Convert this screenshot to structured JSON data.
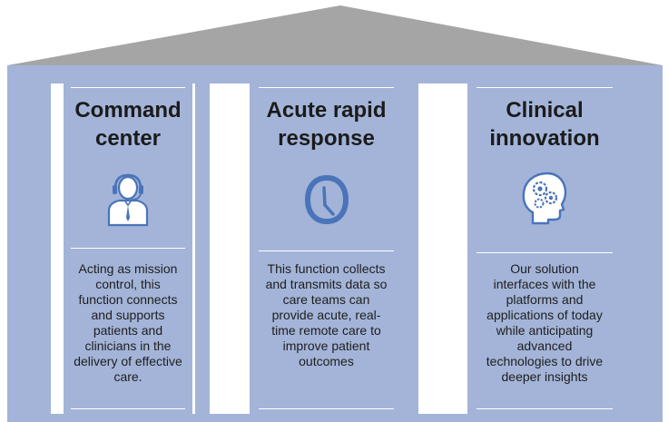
{
  "colors": {
    "roof": "#a5a5a5",
    "panel": "#a3b4d8",
    "icon_stroke": "#4a74b9",
    "icon_fill": "#ffffff"
  },
  "columns": [
    {
      "title_line1": "Command",
      "title_line2": "center",
      "icon": "headset-agent-icon",
      "body_lines": [
        "Acting as mission",
        "control, this",
        "function connects",
        "and supports",
        "patients and",
        "clinicians in the",
        "delivery of effective",
        "care."
      ]
    },
    {
      "title_line1": "Acute rapid",
      "title_line2": "response",
      "icon": "clock-icon",
      "body_lines": [
        "This function collects",
        "and transmits data so",
        "care teams can",
        "provide acute, real-",
        "time remote care to",
        "improve patient",
        "outcomes"
      ]
    },
    {
      "title_line1": "Clinical",
      "title_line2": "innovation",
      "icon": "head-gears-icon",
      "body_lines": [
        "Our solution",
        "interfaces with the",
        "platforms and",
        "applications of today",
        "while anticipating",
        "advanced",
        "technologies to drive",
        "deeper insights"
      ]
    }
  ]
}
